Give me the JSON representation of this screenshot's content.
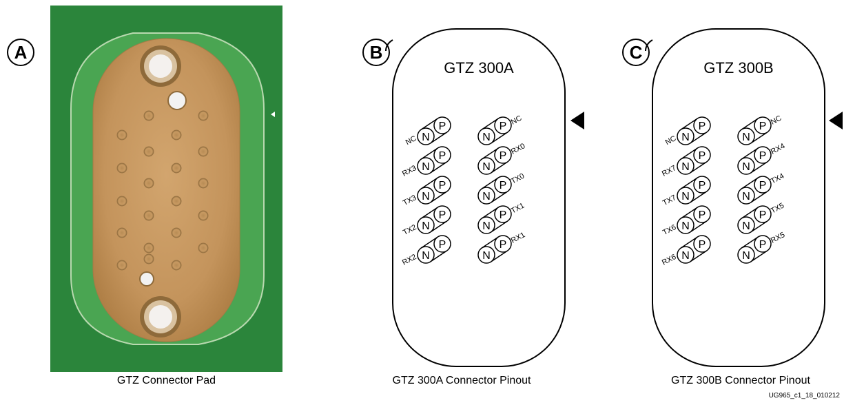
{
  "panels": [
    {
      "badge": "A",
      "caption": "GTZ Connector Pad"
    },
    {
      "badge": "B",
      "title": "GTZ 300A",
      "caption": "GTZ 300A Connector Pinout",
      "left_labels": [
        "NC",
        "RX3",
        "TX3",
        "TX2",
        "RX2"
      ],
      "right_labels": [
        "NC",
        "RX0",
        "TX0",
        "TX1",
        "RX1"
      ]
    },
    {
      "badge": "C",
      "title": "GTZ 300B",
      "caption": "GTZ 300B Connector Pinout",
      "left_labels": [
        "NC",
        "RX7",
        "TX7",
        "TX6",
        "RX6"
      ],
      "right_labels": [
        "NC",
        "RX4",
        "TX4",
        "TX5",
        "RX5"
      ]
    }
  ],
  "pin_labels": {
    "n": "N",
    "p": "P"
  },
  "doc_id": "UG965_c1_18_010212",
  "colors": {
    "board_green": "#2e8a3f",
    "pad_gold": "#c89a62",
    "trace_green": "#48a84e"
  }
}
